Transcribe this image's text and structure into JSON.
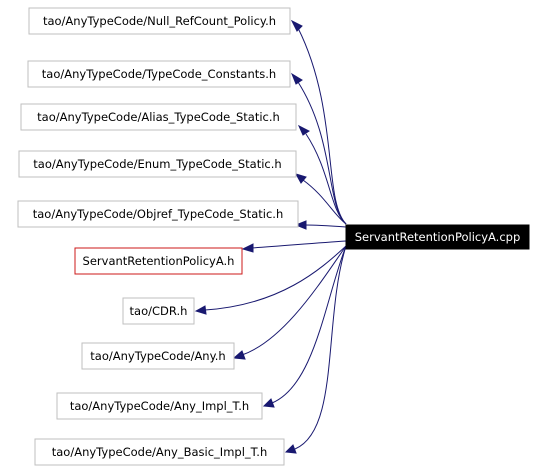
{
  "diagram": {
    "type": "include-dependency-graph",
    "root": "ServantRetentionPolicyA.cpp",
    "edge_color": "#191970",
    "highlight_color": "#cc1a1a",
    "nodes": [
      {
        "id": "n1",
        "label": "tao/AnyTypeCode/Null_RefCount_Policy.h"
      },
      {
        "id": "n2",
        "label": "tao/AnyTypeCode/TypeCode_Constants.h"
      },
      {
        "id": "n3",
        "label": "tao/AnyTypeCode/Alias_TypeCode_Static.h"
      },
      {
        "id": "n4",
        "label": "tao/AnyTypeCode/Enum_TypeCode_Static.h"
      },
      {
        "id": "n5",
        "label": "tao/AnyTypeCode/Objref_TypeCode_Static.h"
      },
      {
        "id": "n6",
        "label": "ServantRetentionPolicyA.h",
        "highlight": true
      },
      {
        "id": "n7",
        "label": "tao/CDR.h"
      },
      {
        "id": "n8",
        "label": "tao/AnyTypeCode/Any.h"
      },
      {
        "id": "n9",
        "label": "tao/AnyTypeCode/Any_Impl_T.h"
      },
      {
        "id": "n10",
        "label": "tao/AnyTypeCode/Any_Basic_Impl_T.h"
      }
    ]
  }
}
